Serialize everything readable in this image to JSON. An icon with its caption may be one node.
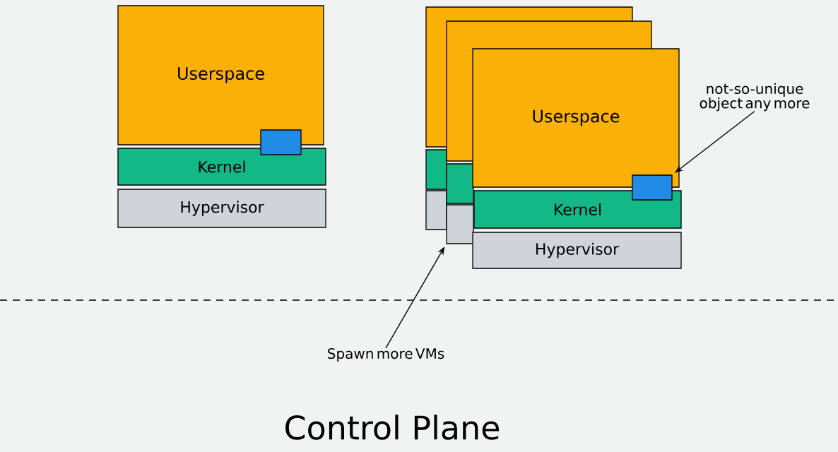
{
  "diagram": {
    "nodes": [
      {
        "text": [
          "Userspace"
        ]
      },
      {
        "text": [
          "Kernel"
        ]
      },
      {
        "text": [
          "Hypervisor"
        ]
      },
      {
        "text": [],
        "shape": "box"
      },
      {
        "text": [],
        "shape": "box"
      },
      {
        "text": [],
        "shape": "box"
      },
      {
        "text": [],
        "shape": "box"
      },
      {
        "text": [],
        "shape": "box"
      },
      {
        "text": [],
        "shape": "box"
      },
      {
        "text": [],
        "shape": "box"
      },
      {
        "text": [
          "Userspace"
        ]
      },
      {
        "text": [
          "Kernel"
        ]
      },
      {
        "text": [
          "Hypervisor"
        ]
      },
      {
        "text": [],
        "shape": "box"
      },
      {
        "text": [
          "not-so-unique object any more"
        ]
      },
      {
        "text": [
          "Spawn more VMs"
        ]
      }
    ],
    "edges": [
      {
        "from": 14,
        "to": 13,
        "arrow": "to"
      },
      {
        "from": 15,
        "to": 9,
        "arrow": "to"
      }
    ],
    "labels": [
      "Control Plane"
    ]
  }
}
